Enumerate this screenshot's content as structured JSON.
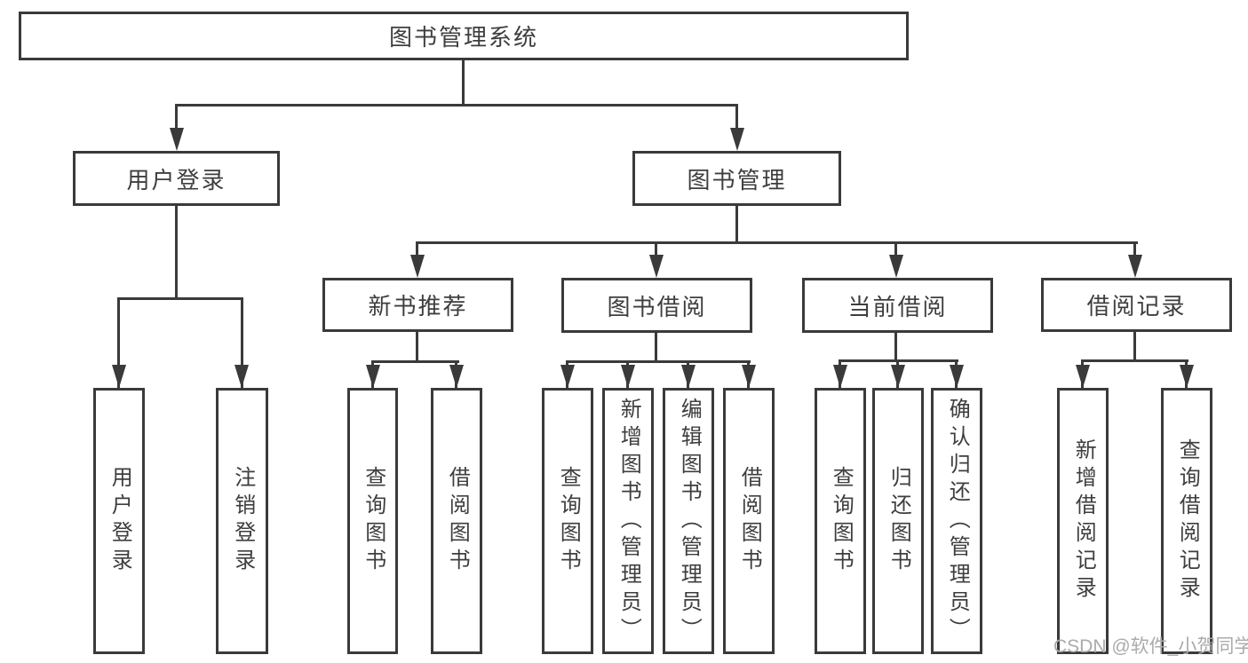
{
  "tree": {
    "root": {
      "label": "图书管理系统"
    },
    "user_login": {
      "label": "用户登录",
      "children": [
        {
          "label": "用户登录"
        },
        {
          "label": "注销登录"
        }
      ]
    },
    "book_management": {
      "label": "图书管理",
      "modules": [
        {
          "label": "新书推荐",
          "children": [
            {
              "label": "查询图书"
            },
            {
              "label": "借阅图书"
            }
          ]
        },
        {
          "label": "图书借阅",
          "children": [
            {
              "label": "查询图书"
            },
            {
              "label": "新增图书（管理员）"
            },
            {
              "label": "编辑图书（管理员）"
            },
            {
              "label": "借阅图书"
            }
          ]
        },
        {
          "label": "当前借阅",
          "children": [
            {
              "label": "查询图书"
            },
            {
              "label": "归还图书"
            },
            {
              "label": "确认归还（管理员）"
            }
          ]
        },
        {
          "label": "借阅记录",
          "children": [
            {
              "label": "新增借阅记录"
            },
            {
              "label": "查询借阅记录"
            }
          ]
        }
      ]
    }
  },
  "watermark": {
    "text": "CSDN @软件_小贺同学"
  },
  "colors": {
    "line": "#3a3a3a",
    "text": "#3e3e3e",
    "watermark": "#ababab",
    "background": "#ffffff"
  }
}
